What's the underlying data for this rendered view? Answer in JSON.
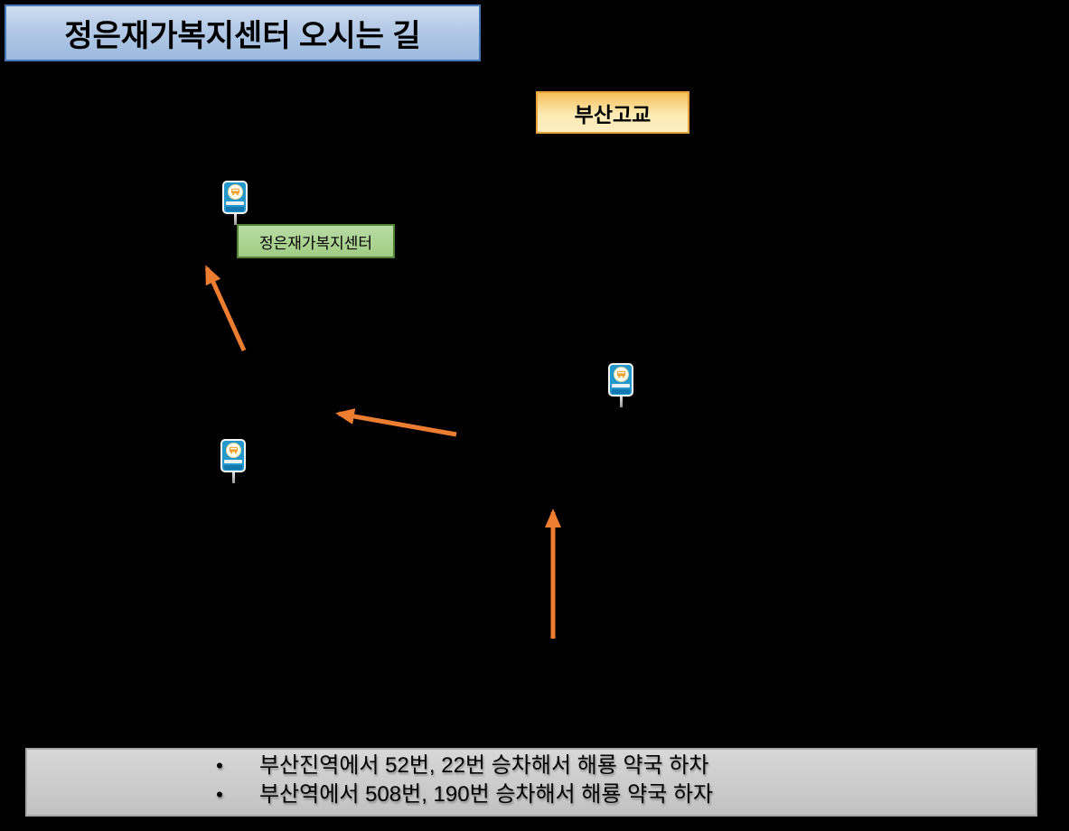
{
  "title": {
    "text": "정은재가복지센터 오시는 길"
  },
  "map": {
    "school_label": "부산고교",
    "center_label": "정은재가복지센터",
    "markers": [
      "bus-stop-near-center",
      "bus-stop-east",
      "bus-stop-southwest"
    ],
    "marker_icon": "bus-stop-sign-icon",
    "arrow_icon": "orange-route-arrow"
  },
  "directions": {
    "bullet": "•",
    "items": [
      "부산진역에서 52번, 22번 승차해서 해룡 약국 하차",
      "부산역에서 508번, 190번 승차해서 해룡 약국 하자"
    ]
  },
  "colors": {
    "background": "#000000",
    "title_border": "#4478b8",
    "title_fill_top": "#cedcf0",
    "title_fill_bottom": "#9bbade",
    "school_border": "#e8a33d",
    "school_fill_top": "#f5bf58",
    "school_fill_bottom": "#fdeec1",
    "center_border": "#538135",
    "center_fill": "#aad390",
    "arrow": "#ed7d31",
    "panel_border": "#a6a6a6",
    "panel_fill": "#cbcbcb",
    "bus_sign_blue": "#2398cb",
    "bus_sign_band_blue": "#1478b0",
    "bus_glyph_orange": "#f0a030"
  }
}
